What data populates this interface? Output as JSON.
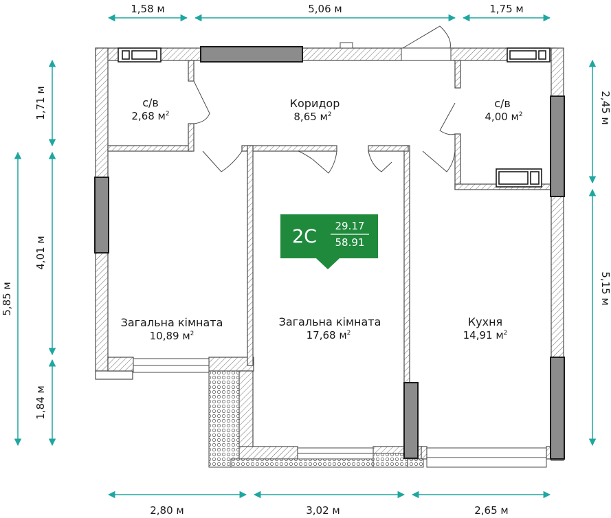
{
  "dimensions": {
    "top": [
      "1,58 м",
      "5,06 м",
      "1,75 м"
    ],
    "bottom": [
      "2,80 м",
      "3,02 м",
      "2,65 м"
    ],
    "left_outer": "5,85 м",
    "left_inner": [
      "1,71 м",
      "4,01 м",
      "1,84 м"
    ],
    "right": [
      "2,45 м",
      "5,15 м"
    ]
  },
  "rooms": [
    {
      "name": "с/в",
      "area": "2,68 м",
      "unit_sup": "2"
    },
    {
      "name": "Коридор",
      "area": "8,65 м",
      "unit_sup": "2"
    },
    {
      "name": "с/в",
      "area": "4,00 м",
      "unit_sup": "2"
    },
    {
      "name": "Загальна кімната",
      "area": "10,89 м",
      "unit_sup": "2"
    },
    {
      "name": "Загальна кімната",
      "area": "17,68 м",
      "unit_sup": "2"
    },
    {
      "name": "Кухня",
      "area": "14,91 м",
      "unit_sup": "2"
    }
  ],
  "badge": {
    "code": "2С",
    "living_area": "29.17",
    "total_area": "58.91",
    "color": "#1f8a3c"
  },
  "colors": {
    "dimension": "#1fa6a0",
    "wall": "#4a4a4a",
    "window": "#8c8c8c"
  }
}
